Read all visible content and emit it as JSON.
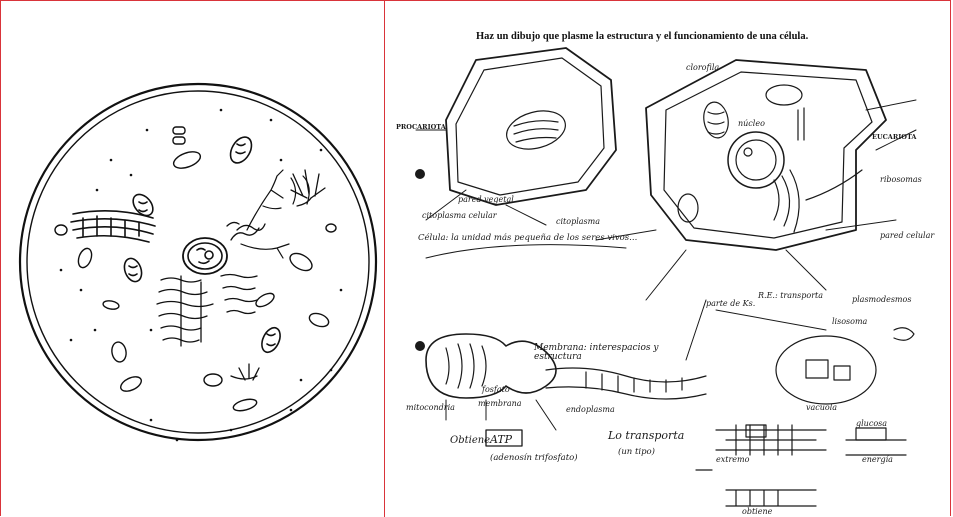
{
  "colors": {
    "frame": "#d9343a",
    "ink": "#111111",
    "paper": "#ffffff"
  },
  "right_page": {
    "title": "Haz un dibujo que plasme la estructura y el funcionamiento de una célula.",
    "notes": {
      "atp": "ATP",
      "obtiene": "Obtiene",
      "adenosin": "(adenosín trifosfato)",
      "transporta": "Lo transporta",
      "un_tipo": "(un tipo)",
      "membrana_int": "Membrana: interespacios y estructura",
      "endoplasma": "endoplasma",
      "clorofila": "clorofila",
      "pared": "pared celular",
      "citoplasma": "citoplasma",
      "ribosomas": "ribosomas",
      "plasmodesmos": "plasmodesmos",
      "parte": "parte de Ks.",
      "re_transporta": "R.E.: transporta",
      "procariota": "PROCARIOTA",
      "eucariota": "EUCARIOTA",
      "mitocondria": "mitocondria",
      "vacuola": "vacuola",
      "fosfato": "fosfato",
      "pared_vegetal": "pared vegetal",
      "citoplasma_cel": "citoplasma celular",
      "lisosoma": "lisosoma",
      "energia": "energía",
      "glucosa": "glucosa",
      "obtiene2": "obtiene",
      "membrana": "membrana",
      "nucleo_label": "núcleo",
      "extremo": "extremo",
      "celula_label": "Célula: la unidad más pequeña de los seres vivos..."
    }
  }
}
